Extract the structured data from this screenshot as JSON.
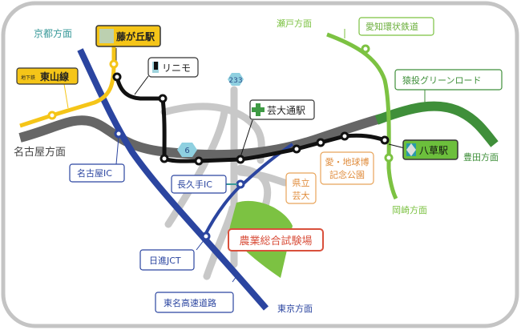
{
  "directions": {
    "kyoto": "京都方面",
    "nagoya": "名古屋方面",
    "seto": "瀬戸方面",
    "toyota": "豊田方面",
    "okazaki": "岡崎方面",
    "tokyo": "東京方面"
  },
  "stations": {
    "fujigaoka": "藤が丘駅",
    "geidaidori": "芸大通駅",
    "yakusa": "八草駅"
  },
  "lines": {
    "higashiyama_prefix": "地下鉄",
    "higashiyama": "東山線",
    "linimo": "リニモ",
    "aichi_loop": "愛知環状鉄道",
    "sanage_green_road": "猿投グリーンロード",
    "tomei": "東名高速道路"
  },
  "interchanges": {
    "nagoya_ic": "名古屋IC",
    "nagakute_ic": "長久手IC",
    "nisshin_jct": "日進JCT"
  },
  "route_numbers": {
    "r233": "233",
    "r6": "6"
  },
  "landmarks": {
    "expo_park_line1": "愛・地球博",
    "expo_park_line2": "記念公園",
    "pref_univ_line1": "県立",
    "pref_univ_line2": "芸大",
    "agri_center": "農業総合試験場"
  },
  "colors": {
    "frame": "#c4c4c4",
    "highway_gray": "#666666",
    "road_gray": "#c8c8c8",
    "yellow_line": "#f5c518",
    "tomei_blue": "#2b45a0",
    "linimo_black": "#111111",
    "loop_green": "#7cc242",
    "green_road": "#3f8f3a",
    "area_green": "#7cc242",
    "orange": "#e8a45a",
    "red": "#d9503c",
    "teal": "#3a9a9a"
  }
}
